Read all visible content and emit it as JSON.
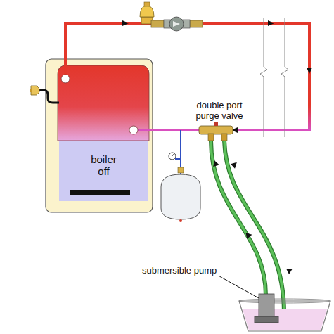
{
  "diagram": {
    "nodes": [
      {
        "text": [
          "boiler off"
        ]
      }
    ],
    "labels": [
      "double port purge valve",
      "submersible pump"
    ]
  }
}
